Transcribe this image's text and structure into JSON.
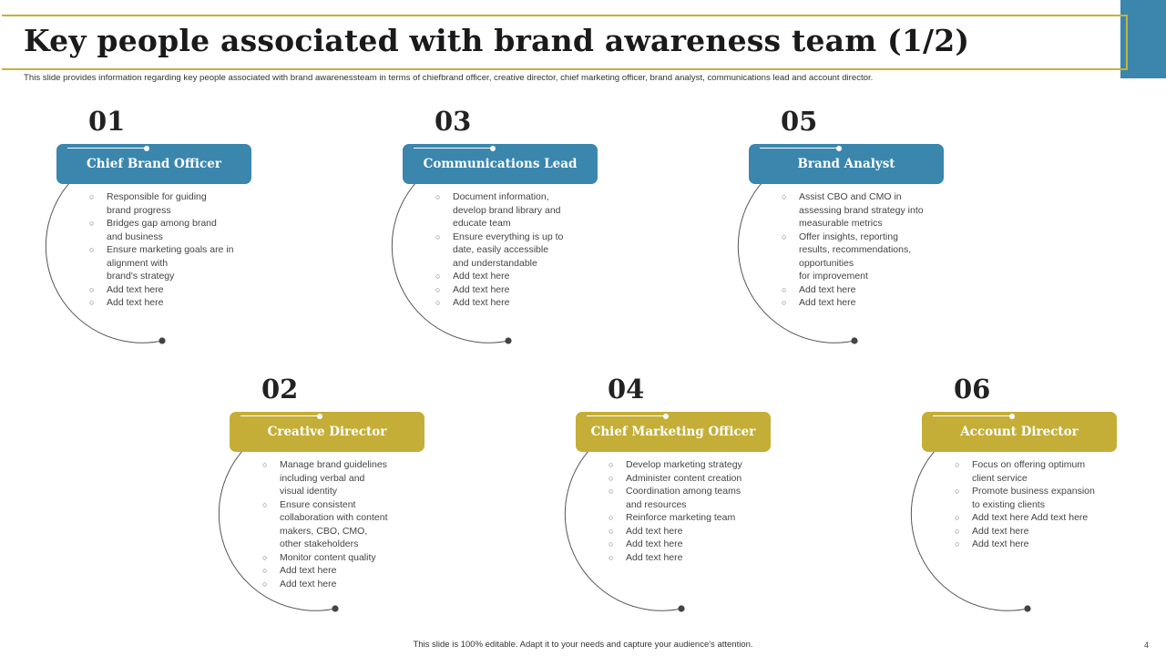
{
  "title": "Key people associated with brand awareness team (1/2)",
  "subtitle": "This slide provides information regarding key people associated with brand awarenessteam in terms of chiefbrand officer, creative director, chief marketing officer, brand analyst, communications lead and account director.",
  "colors": {
    "blue": "#3a86ad",
    "gold": "#c4ae38",
    "title_border": "#c9b037"
  },
  "bullet_icon": "circle-bullet-icon",
  "cards": [
    {
      "number": "01",
      "title": "Chief  Brand Officer",
      "color": "blue",
      "items": [
        "Responsible for guiding\nbrand progress",
        "Bridges gap among brand\nand business",
        "Ensure marketing goals are in\nalignment with\nbrand's strategy",
        "Add text here",
        "Add text here"
      ]
    },
    {
      "number": "03",
      "title": "Communications Lead",
      "color": "blue",
      "items": [
        "Document information,\ndevelop brand library and\neducate team",
        "Ensure everything is up to\ndate, easily accessible\nand understandable",
        "Add text here",
        "Add text here",
        "Add text here"
      ]
    },
    {
      "number": "05",
      "title": "Brand Analyst",
      "color": "blue",
      "items": [
        "Assist CBO and CMO in\nassessing brand strategy into\nmeasurable metrics",
        "Offer insights, reporting\nresults, recommendations,\nopportunities\nfor improvement",
        "Add text here",
        "Add text here"
      ]
    },
    {
      "number": "02",
      "title": "Creative Director",
      "color": "gold",
      "items": [
        "Manage brand guidelines\nincluding verbal and\nvisual identity",
        "Ensure consistent\ncollaboration with content\nmakers, CBO, CMO,\nother stakeholders",
        "Monitor content quality",
        "Add text here",
        "Add text here"
      ]
    },
    {
      "number": "04",
      "title": "Chief  Marketing Officer",
      "color": "gold",
      "items": [
        "Develop marketing strategy",
        "Administer content creation",
        "Coordination among teams\nand resources",
        "Reinforce marketing team",
        "Add text here",
        "Add text here",
        "Add text here"
      ]
    },
    {
      "number": "06",
      "title": "Account Director",
      "color": "gold",
      "items": [
        "Focus on offering optimum\nclient service",
        "Promote business expansion\nto existing clients",
        "Add text here Add text here",
        "Add text here",
        "Add text here"
      ]
    }
  ],
  "footer": "This slide is 100% editable. Adapt it to your needs and capture your audience's attention.",
  "page_number": "4"
}
